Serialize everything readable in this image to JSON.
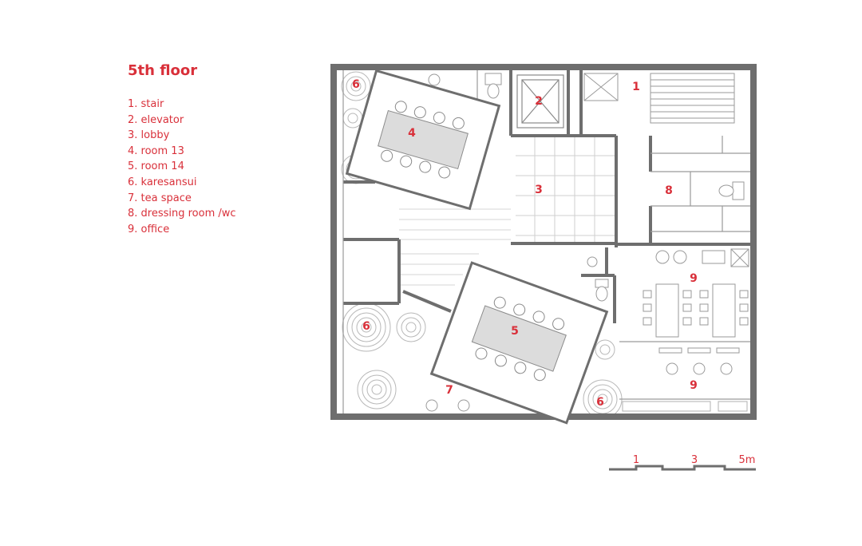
{
  "title": "5th floor",
  "legend": [
    "1. stair",
    "2. elevator",
    "3. lobby",
    "4. room 13",
    "5. room 14",
    "6. karesansui",
    "7. tea space",
    "8. dressing room /wc",
    "9. office"
  ],
  "room_labels": {
    "stair": "1",
    "elevator": "2",
    "lobby": "3",
    "room13": "4",
    "room14": "5",
    "karesansui_nw": "6",
    "karesansui_w": "6",
    "karesansui_se": "6",
    "tea_space": "7",
    "dressing": "8",
    "office_upper": "9",
    "office_lower": "9"
  },
  "scale_labels": [
    "1",
    "3",
    "5m"
  ],
  "colors": {
    "accent": "#d9303a",
    "wall": "#6e6e6e",
    "line": "#9a9a9a",
    "table": "#dcdcdc"
  }
}
